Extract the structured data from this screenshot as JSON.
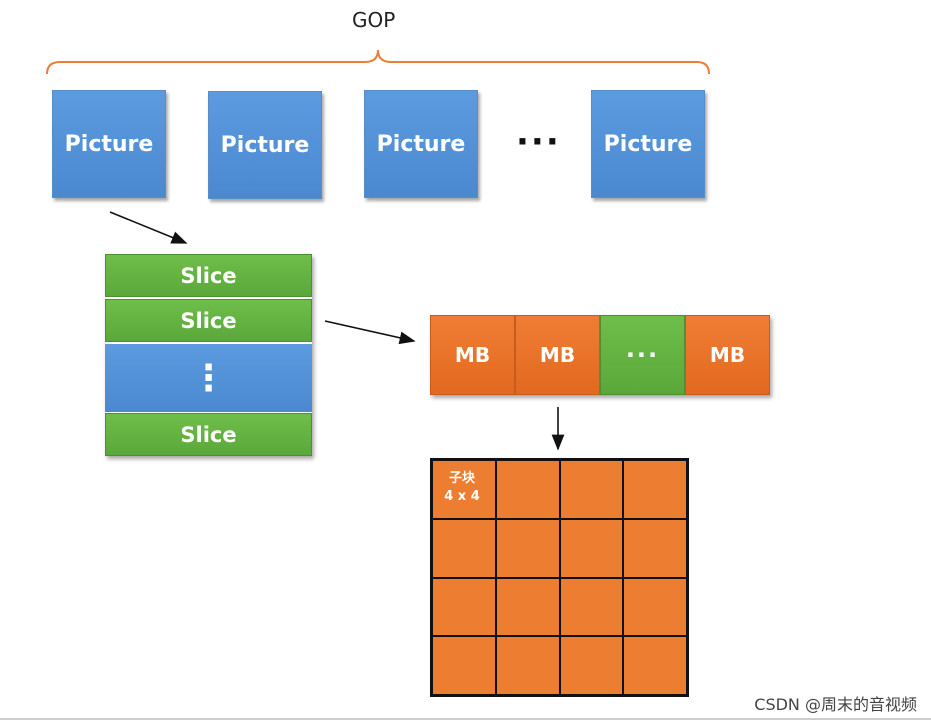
{
  "gop": {
    "label": "GOP",
    "brace_color": "#ed7d31"
  },
  "pictures": [
    {
      "label": "Picture"
    },
    {
      "label": "Picture"
    },
    {
      "label": "Picture"
    },
    {
      "label": "Picture"
    }
  ],
  "picture_ellipsis": "···",
  "slices": [
    {
      "label": "Slice"
    },
    {
      "label": "Slice"
    },
    {
      "label": "Slice"
    }
  ],
  "slice_ellipsis": "⋮",
  "macroblocks": [
    {
      "label": "MB"
    },
    {
      "label": "MB"
    },
    {
      "label": "···"
    },
    {
      "label": "MB"
    }
  ],
  "subblock": {
    "line1": "子块",
    "line2": "4 x 4",
    "rows": 4,
    "cols": 4
  },
  "watermark": "CSDN @周末的音视频",
  "colors": {
    "picture": "#4a88d0",
    "slice": "#5aa83a",
    "mb": "#ed7d31",
    "arrow": "#111111"
  }
}
